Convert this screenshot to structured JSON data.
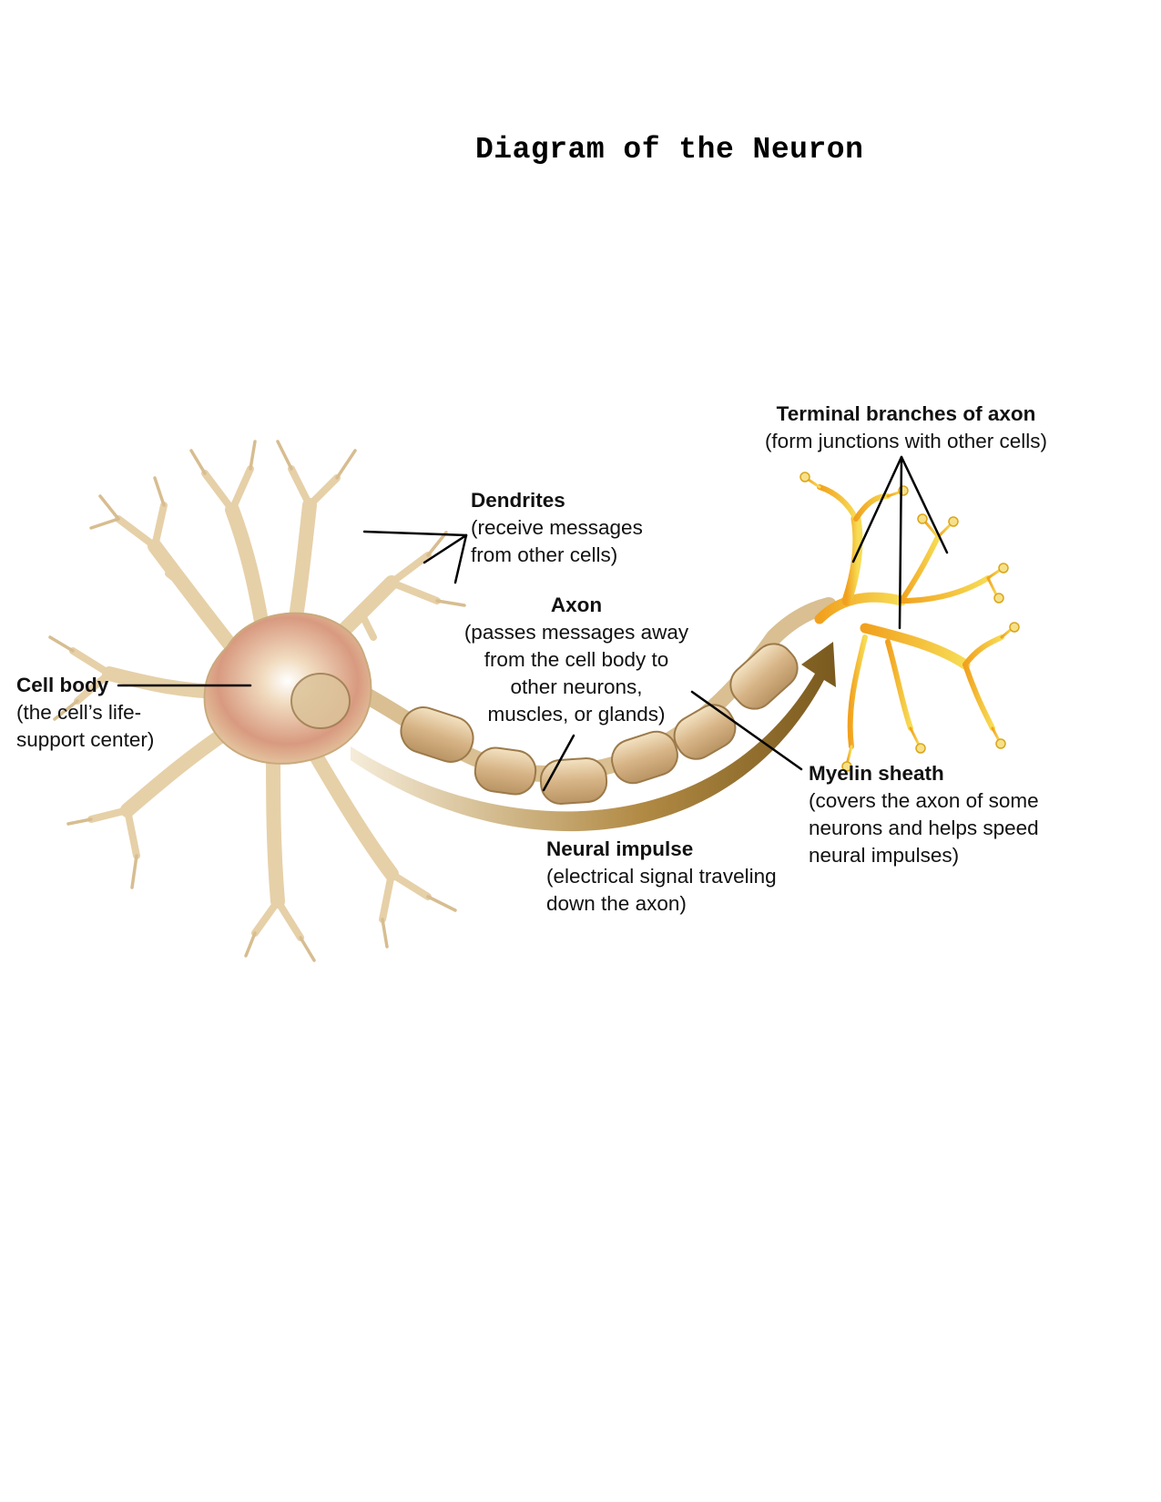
{
  "title": "Diagram of the Neuron",
  "labels": {
    "terminal": {
      "title": "Terminal branches of axon",
      "desc": [
        "(form junctions with other cells)"
      ]
    },
    "dendrites": {
      "title": "Dendrites",
      "desc": [
        "(receive messages",
        "from other cells)"
      ]
    },
    "axon": {
      "title": "Axon",
      "desc": [
        "(passes messages away",
        "from the cell body to",
        "other neurons,",
        "muscles, or glands)"
      ]
    },
    "cell_body": {
      "title": "Cell body",
      "desc": [
        "(the cell’s life-",
        "support center)"
      ]
    },
    "myelin": {
      "title": "Myelin sheath",
      "desc": [
        "(covers the axon of some",
        "neurons and helps speed",
        "neural impulses)"
      ]
    },
    "impulse": {
      "title": "Neural impulse",
      "desc": [
        "(electrical signal traveling",
        "down the axon)"
      ]
    }
  },
  "colors": {
    "cell": "#e9d4ae",
    "cell_stroke": "#b79767",
    "nucleus_region": "#c98a6c",
    "myelin": "#d9b98a",
    "impulse_arrow": "#a57c36",
    "terminal": "#f2c21f",
    "leader_lines": "#000000"
  }
}
